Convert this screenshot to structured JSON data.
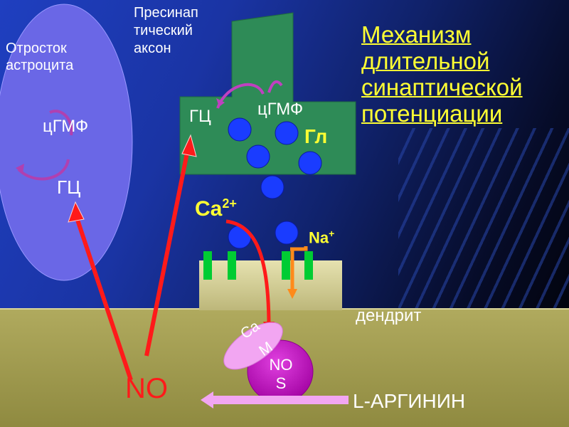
{
  "title": {
    "line1": "Механизм",
    "line2": "длительной",
    "line3": "синаптической",
    "line4": "потенциации"
  },
  "labels": {
    "astro_line1": "Отросток",
    "astro_line2": "астроцита",
    "astro_cgmp": "цГМФ",
    "astro_gc": "ГЦ",
    "axon_line1": "Пресинап",
    "axon_line2": "тический",
    "axon_line3": "аксон",
    "axon_gc": "ГЦ",
    "axon_cgmp": "цГМФ",
    "glutamate": "Гл",
    "calcium": "Ca",
    "calcium_sup": "2+",
    "sodium": "Na",
    "sodium_sup": "+",
    "dendrite": "дендрит",
    "cam_line1": "Ca",
    "cam_line2": "M",
    "nos_line1": "NO",
    "nos_line2": "S",
    "no": "NO",
    "arginine": "L-АРГИНИН"
  },
  "colors": {
    "title": "#ffff33",
    "arrow": "#ff1a1a",
    "axon": "#2e8b57",
    "astrocyte": "#6a67e6",
    "vesicle": "#1a3cff",
    "dendrite": "#a8a254",
    "receptor": "#00cc33",
    "nos": "#c000c0",
    "cam": "#f2a6f2",
    "curl": "#c040c0",
    "glutamate_label": "#ffff33",
    "calcium_label": "#ffff33",
    "sodium_arrow": "#ff8a1a"
  }
}
